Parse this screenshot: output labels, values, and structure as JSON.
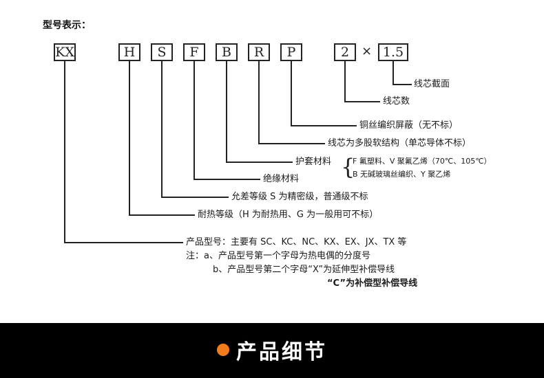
{
  "title": "型号表示：",
  "codes": [
    "KX",
    "H",
    "S",
    "F",
    "B",
    "R",
    "P",
    "2",
    "1.5"
  ],
  "times_sign": "×",
  "labels": {
    "cross_section": "线芯截面",
    "core_count": "线芯数",
    "shield": "铜丝编织屏蔽（无不标）",
    "stranded": "线芯为多股软结构（单芯导体不标）",
    "sheath": "护套材料",
    "sheath_f": "F 氟塑料、V 聚氟乙烯（70℃、105℃）",
    "sheath_b": "B 无碱玻璃丝编织、Y 聚乙烯",
    "insulation": "绝缘材料",
    "tolerance": "允差等级 S 为精密级，普通级不标",
    "heat": "耐热等级（H 为耐热用、G 为一般用可不标）",
    "model": "产品型号：主要有 SC、KC、NC、KX、EX、JX、TX 等",
    "note_a": "注：a、产品型号第一个字母为热电偶的分度号",
    "note_b": "b、产品型号第二个字母“X”为延伸型补偿导线",
    "note_c": "“C”为补偿型补偿导线"
  },
  "bar": {
    "title": "产品细节",
    "dot_color": "#f27c1c"
  }
}
